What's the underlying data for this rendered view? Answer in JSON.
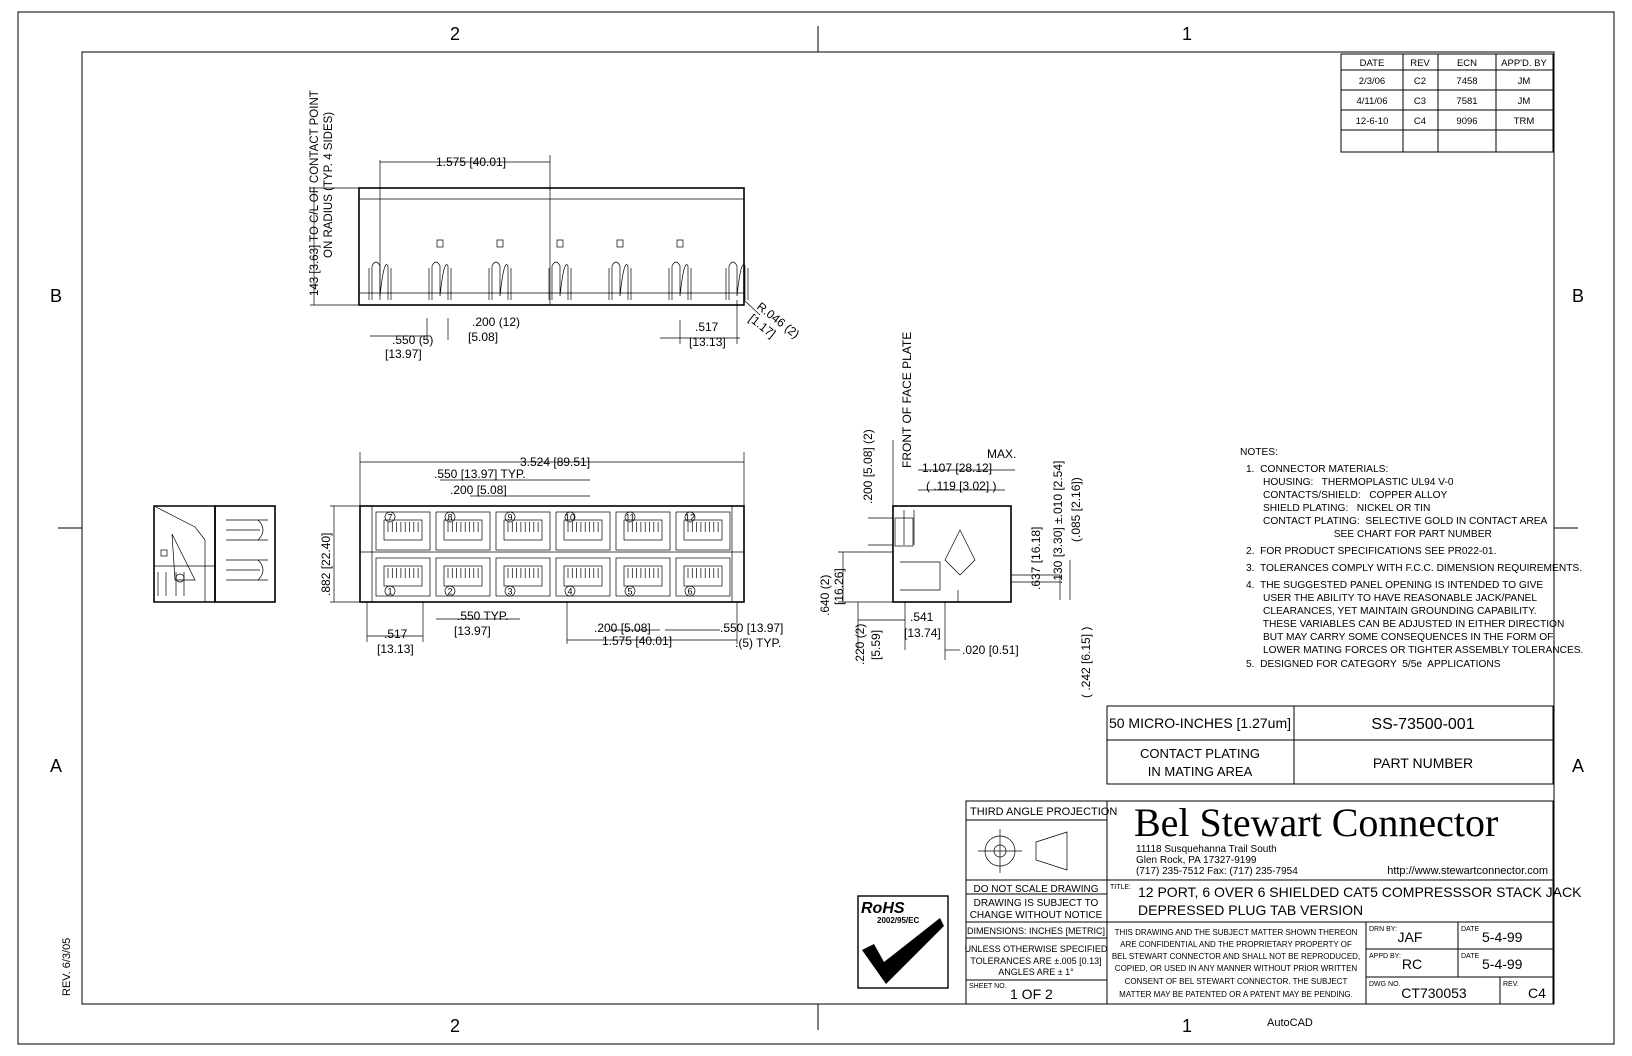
{
  "zones": {
    "col_left": "2",
    "col_right": "1",
    "row_top": "B",
    "row_bottom": "A"
  },
  "revision_table": {
    "headers": [
      "DATE",
      "REV",
      "ECN",
      "APP'D. BY"
    ],
    "rows": [
      [
        "2/3/06",
        "C2",
        "7458",
        "JM"
      ],
      [
        "4/11/06",
        "C3",
        "7581",
        "JM"
      ],
      [
        "12-6-10",
        "C4",
        "9096",
        "TRM"
      ]
    ]
  },
  "top_view_dims": {
    "contact_point": "143 [3.63] TO C/L OF CONTACT POINT",
    "contact_point_2": "ON RADIUS (TYP. 4 SIDES)",
    "span_in": "1.575 [40.01]",
    "pitch_550": ".550 (5)",
    "pitch_550_mm": "[13.97]",
    "pitch_200": ".200 (12)",
    "pitch_200_mm": "[5.08]",
    "edge_517": ".517",
    "edge_517_mm": "[13.13]",
    "radius": "R.046 (2)",
    "radius_mm": "[1.17]"
  },
  "front_view_dims": {
    "overall": "3.524 [89.51]",
    "typ550": ".550 [13.97] TYP.",
    "typ200": ".200 [5.08]",
    "height": ".882 [22.40]",
    "bottom_517": ".517",
    "bottom_517_mm": "[13.13]",
    "typ550b": ".550 TYP.",
    "typ550b_mm": "[13.97]",
    "b200": ".200 [5.08]",
    "b1575": "1.575 [40.01]",
    "b550": ".550 [13.97]",
    "b5typ": ".(5) TYP.",
    "upper_ports": [
      "7",
      "8",
      "9",
      "10",
      "11",
      "12"
    ],
    "lower_ports": [
      "1",
      "2",
      "3",
      "4",
      "5",
      "6"
    ]
  },
  "side_view_dims": {
    "face_plate": "FRONT OF FACE PLATE",
    "max": "MAX.",
    "d1107": "1.107 [28.12]",
    "d119": "( .119 [3.02] )",
    "d200": ".200 [5.08] (2)",
    "d130": ".130 [3.30] ±.010 [2.54]",
    "d085": "(.085 [2.16])",
    "d637": ".637 [16.18]",
    "d640": ".640 (2)",
    "d640_mm": "[16.26]",
    "d220": ".220 (2)",
    "d220_mm": "[5.59]",
    "d541": ".541",
    "d541_mm": "[13.74]",
    "d020": ".020 [0.51]",
    "d242": "( .242 [6.15] )"
  },
  "notes": {
    "title": "NOTES:",
    "lines": [
      "1.  CONNECTOR MATERIALS:",
      "      HOUSING:   THERMOPLASTIC UL94 V-0",
      "      CONTACTS/SHIELD:   COPPER ALLOY",
      "      SHIELD PLATING:   NICKEL OR TIN",
      "      CONTACT PLATING:  SELECTIVE GOLD IN CONTACT AREA",
      "                               SEE CHART FOR PART NUMBER",
      "2.  FOR PRODUCT SPECIFICATIONS SEE PR022-01.",
      "3.  TOLERANCES COMPLY WITH F.C.C. DIMENSION REQUIREMENTS.",
      "4.  THE SUGGESTED PANEL OPENING IS INTENDED TO GIVE",
      "      USER THE ABILITY TO HAVE REASONABLE JACK/PANEL",
      "      CLEARANCES, YET MAINTAIN GROUNDING CAPABILITY.",
      "      THESE VARIABLES CAN BE ADJUSTED IN EITHER DIRECTION",
      "      BUT MAY CARRY SOME CONSEQUENCES IN THE FORM OF",
      "      LOWER MATING FORCES OR TIGHTER ASSEMBLY TOLERANCES.",
      "5.  DESIGNED FOR CATEGORY  5/5e  APPLICATIONS"
    ]
  },
  "part_table": {
    "plating_value": "50 MICRO-INCHES [1.27um]",
    "part_number": "SS-73500-001",
    "plating_label_1": "CONTACT PLATING",
    "plating_label_2": "IN MATING AREA",
    "part_label": "PART NUMBER"
  },
  "title_block": {
    "projection": "THIRD ANGLE PROJECTION",
    "company": "Bel Stewart Connector",
    "address_1": "11118 Susquehanna Trail South",
    "address_2": "Glen Rock, PA  17327-9199",
    "phone": "(717) 235-7512  Fax: (717) 235-7954",
    "url": "http://www.stewartconnector.com",
    "no_scale": "DO NOT SCALE DRAWING",
    "subject_1": "DRAWING IS SUBJECT TO",
    "subject_2": "CHANGE WITHOUT NOTICE",
    "dimensions": "DIMENSIONS: INCHES [METRIC]",
    "tol_1": "UNLESS OTHERWISE SPECIFIED",
    "tol_2": "TOLERANCES ARE ±.005 [0.13]",
    "tol_3": "ANGLES ARE ± 1°",
    "sheet_label": "SHEET NO.",
    "sheet_value": "1  OF  2",
    "title_label": "TITLE:",
    "title_1": "12 PORT, 6 OVER 6 SHIELDED CAT5 COMPRESSSOR STACK JACK",
    "title_2": "DEPRESSED PLUG TAB VERSION",
    "conf_1": "THIS DRAWING AND THE SUBJECT MATTER SHOWN THEREON",
    "conf_2": "ARE CONFIDENTIAL AND THE PROPRIETARY PROPERTY OF",
    "conf_3": "BEL STEWART CONNECTOR AND SHALL NOT BE REPRODUCED,",
    "conf_4": "COPIED, OR USED IN ANY MANNER WITHOUT PRIOR WRITTEN",
    "conf_5": "CONSENT OF BEL STEWART CONNECTOR.  THE SUBJECT",
    "conf_6": "MATTER MAY BE PATENTED OR A PATENT MAY BE PENDING.",
    "drn_label": "DRN BY:",
    "drn_value": "JAF",
    "date_label": "DATE",
    "drn_date": "5-4-99",
    "appd_label": "APPD BY:",
    "appd_value": "RC",
    "appd_date": "5-4-99",
    "dwg_label": "DWG NO.",
    "dwg_value": "CT730053",
    "rev_label": "REV.",
    "rev_value": "C4"
  },
  "rohs": {
    "mark": "RoHS",
    "directive": "2002/95/EC"
  },
  "footer": {
    "rev_note": "REV. 6/3/05",
    "cad": "AutoCAD"
  },
  "colors": {
    "ink": "#000000",
    "paper": "#ffffff"
  }
}
